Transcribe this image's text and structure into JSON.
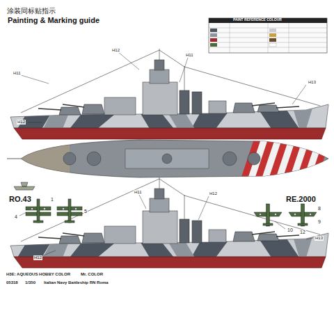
{
  "diagram": {
    "title": "涂装同标贴指示",
    "labels": [
      "Painting & Marking guide",
      "PAINT REFERENCE COLOUR",
      "H11",
      "H12",
      "H11",
      "H12",
      "H13",
      "H11",
      "H12",
      "H13",
      "H12",
      "RO.43",
      "RE.2000",
      "1",
      "4",
      "5",
      "10",
      "8",
      "9",
      "12",
      "H3E: AQUEOUS HOBBY COLOR",
      "Mr. COLOR",
      "05318",
      "1/350",
      "Italian Navy Battleship RN Roma"
    ]
  }
}
